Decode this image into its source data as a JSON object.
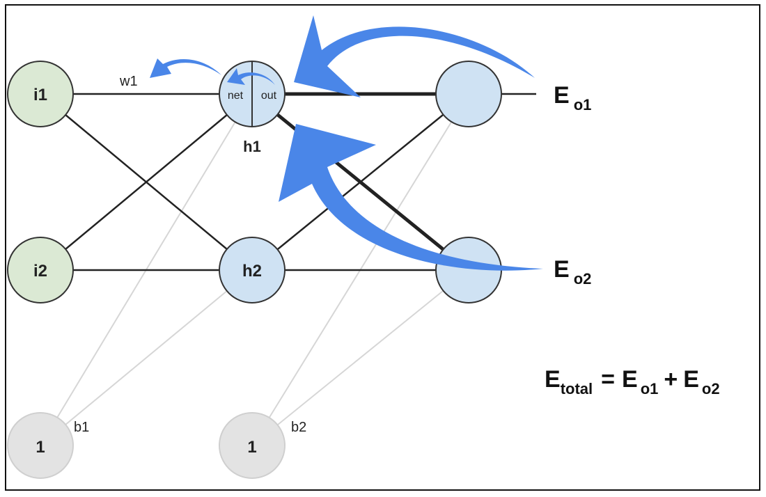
{
  "nodes": {
    "i1": {
      "label": "i1"
    },
    "i2": {
      "label": "i2"
    },
    "h1": {
      "label": "h1",
      "net_label": "net",
      "out_label": "out"
    },
    "h2": {
      "label": "h2"
    },
    "o1": {
      "label": ""
    },
    "o2": {
      "label": ""
    },
    "b1": {
      "label": "1"
    },
    "b2": {
      "label": "1"
    }
  },
  "edge_labels": {
    "w1": "w1",
    "b1": "b1",
    "b2": "b2"
  },
  "errors": {
    "eo1_main": "E",
    "eo1_sub": "o1",
    "eo2_main": "E",
    "eo2_sub": "o2"
  },
  "formula": {
    "lhs_main": "E",
    "lhs_sub": "total",
    "equals": "=",
    "t1_main": "E",
    "t1_sub": "o1",
    "plus": "+",
    "t2_main": "E",
    "t2_sub": "o2"
  },
  "colors": {
    "input_fill": "#dbe9d4",
    "hidden_fill": "#cfe2f3",
    "bias_fill": "#e3e3e3",
    "arrow": "#4a86e8",
    "edge": "#222222",
    "bias_edge": "#d6d6d6"
  }
}
